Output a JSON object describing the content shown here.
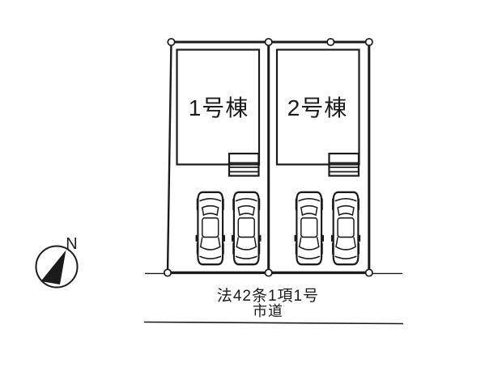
{
  "colors": {
    "background": "#ffffff",
    "ink": "#1b1b1b"
  },
  "compass": {
    "north_label": "N"
  },
  "plan": {
    "buildings": [
      {
        "label": "1号棟"
      },
      {
        "label": "2号棟"
      }
    ],
    "road": {
      "designation": "法42条1項1号",
      "type": "市道"
    }
  },
  "icons": {
    "car": "car-top-view",
    "compass": "north-arrow"
  }
}
